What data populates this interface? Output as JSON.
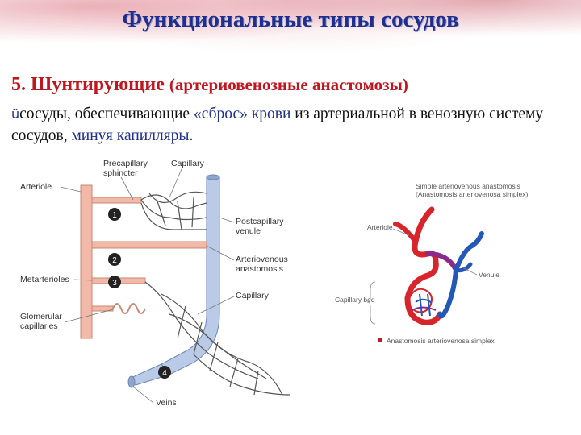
{
  "slide": {
    "title": "Функциональные типы сосудов",
    "heading_main": "5. Шунтирующие",
    "heading_sub": "(артериовенозные анастомозы)",
    "checkmark": "ü",
    "text_1": "сосуды, обеспечивающие ",
    "text_2": "«сброс» крови",
    "text_3": " из артериальной в венозную систему сосудов, ",
    "text_4": "минуя капилляры",
    "text_5": "."
  },
  "diagram_left": {
    "labels": {
      "precapillary": "Precapillary",
      "sphincter": "sphincter",
      "capillary_top": "Capillary",
      "arteriole": "Arteriole",
      "postcapillary": "Postcapillary",
      "venule": "venule",
      "arteriovenous": "Arteriovenous",
      "anastomosis": "anastomosis",
      "metarterioles": "Metarterioles",
      "capillary_mid": "Capillary",
      "glomerular": "Glomerular",
      "capillaries": "capillaries",
      "veins": "Veins"
    },
    "markers": [
      "1",
      "2",
      "3",
      "4"
    ]
  },
  "diagram_right": {
    "labels": {
      "title_1": "Simple arteriovenous anastomosis",
      "title_2": "(Anastomosis arteriovenosa simplex)",
      "arteriole": "Arteriole",
      "venule": "Venule",
      "capillary_bed": "Capillary bed",
      "caption": "Anastomosis arteriovenosa simplex"
    },
    "colors": {
      "artery": "#d8252c",
      "vein": "#2458b8"
    }
  }
}
